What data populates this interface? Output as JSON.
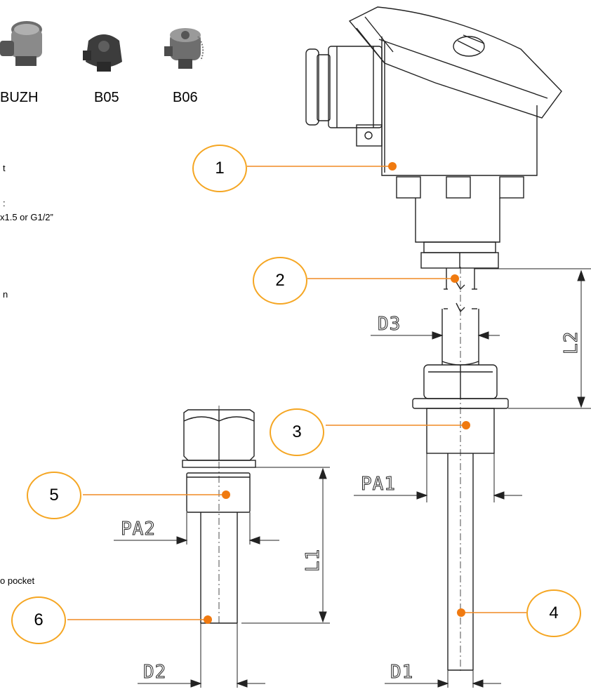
{
  "head_types": [
    {
      "label": "BUZH"
    },
    {
      "label": "B05"
    },
    {
      "label": "B06"
    }
  ],
  "side_texts": [
    "t",
    ":",
    "x1.5 or G1/2”",
    "n",
    "o pocket"
  ],
  "callouts": [
    "1",
    "2",
    "3",
    "4",
    "5",
    "6"
  ],
  "dimensions": {
    "d3": "D3",
    "l2": "L2",
    "pa1": "PA1",
    "pa2": "PA2",
    "l1": "L1",
    "d2": "D2",
    "d1": "D1"
  },
  "colors": {
    "accent": "#f5a623",
    "leader": "#f08a24",
    "marker": "#f07a10",
    "line": "#222222"
  }
}
